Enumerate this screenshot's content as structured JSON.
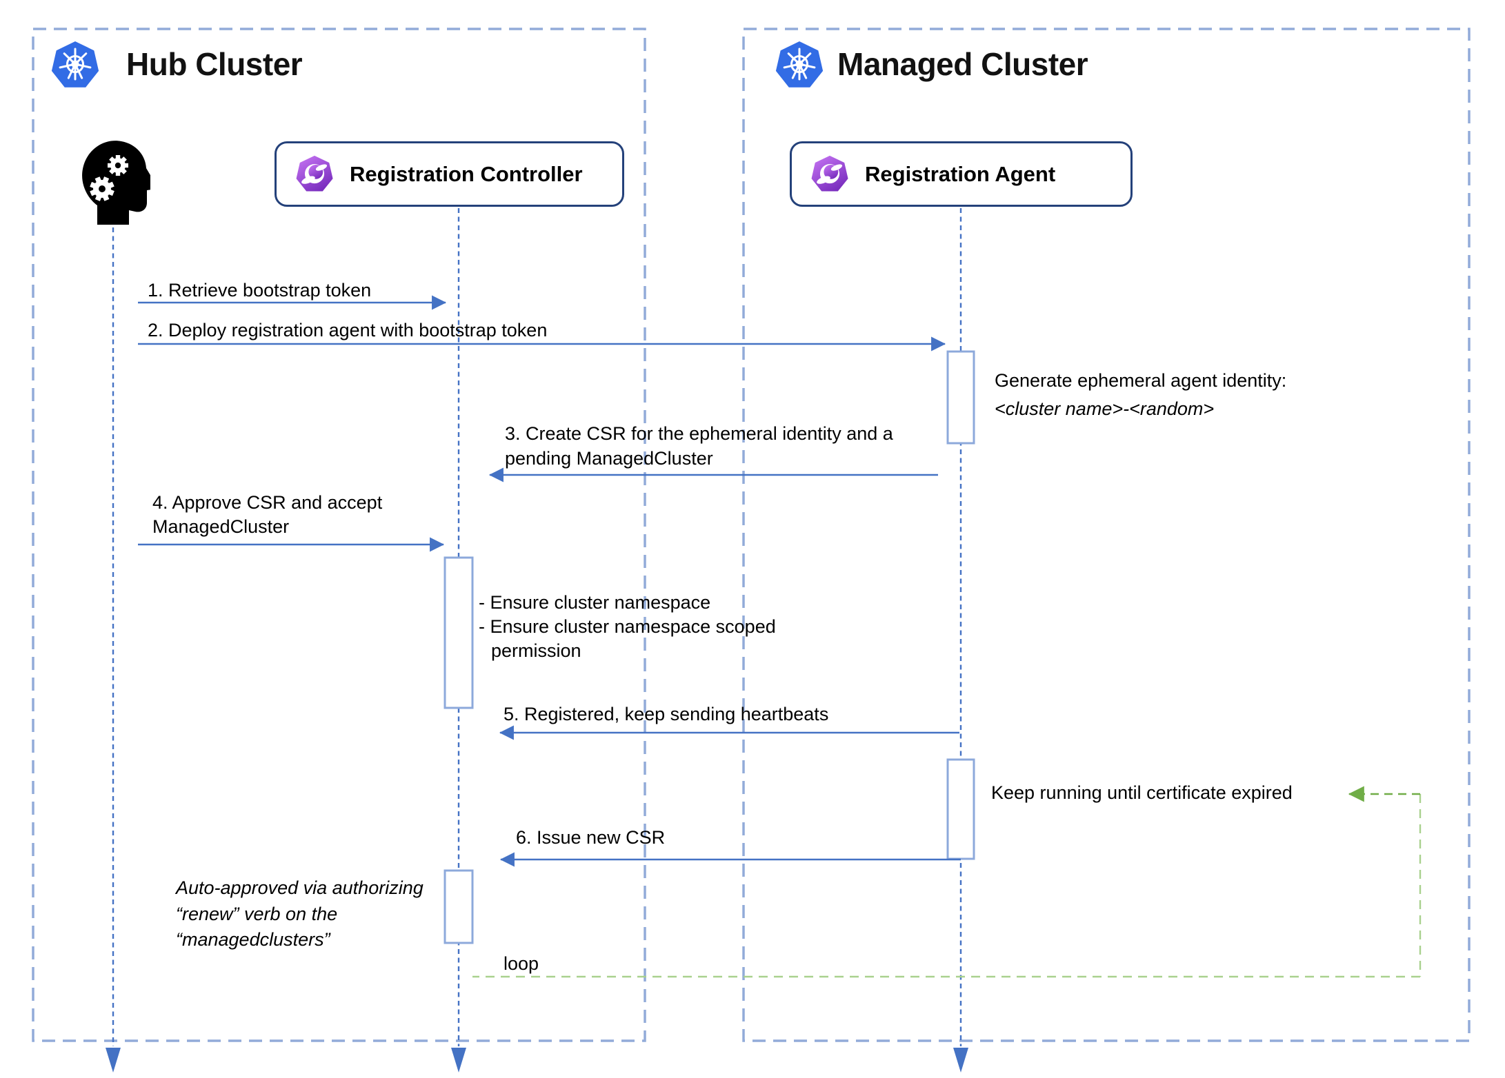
{
  "header": {
    "hub_title": "Hub Cluster",
    "managed_title": "Managed Cluster"
  },
  "participants": {
    "controller_label": "Registration Controller",
    "agent_label": "Registration Agent"
  },
  "messages": {
    "m1": "1. Retrieve bootstrap token",
    "m2": "2. Deploy registration agent with bootstrap token",
    "m3_line1": "3. Create CSR for the ephemeral identity and a",
    "m3_line2": "pending ManagedCluster",
    "m4_line1": "4. Approve CSR and accept",
    "m4_line2": "ManagedCluster",
    "m5": "5. Registered, keep sending heartbeats",
    "m6": "6. Issue new CSR"
  },
  "notes": {
    "identity_line1": "Generate ephemeral agent identity:",
    "identity_line2": "<cluster name>-<random>",
    "ensure_line1": "- Ensure cluster namespace",
    "ensure_line2": "- Ensure cluster namespace scoped",
    "ensure_line3": "permission",
    "keep_running": "Keep running until certificate expired",
    "auto_line1": "Auto-approved via authorizing",
    "auto_line2": "“renew” verb on the",
    "auto_line3": "“managedclusters”",
    "loop_label": "loop"
  },
  "icons": {
    "hub_logo": "kubernetes-logo",
    "managed_logo": "kubernetes-logo",
    "user": "thinking-head-gears-icon",
    "controller": "ocm-registration-logo",
    "agent": "ocm-registration-logo"
  },
  "colors": {
    "kubernetes_blue": "#326ce5",
    "arrow_blue": "#4472c4",
    "frame_dash_blue": "#92abd9",
    "activation_border": "#8da9db",
    "participant_border": "#24417a",
    "ocm_purple_light": "#c977f5",
    "ocm_purple_dark": "#7b2fbf",
    "green_dark": "#70ad47",
    "green_light": "#a9d18e"
  }
}
